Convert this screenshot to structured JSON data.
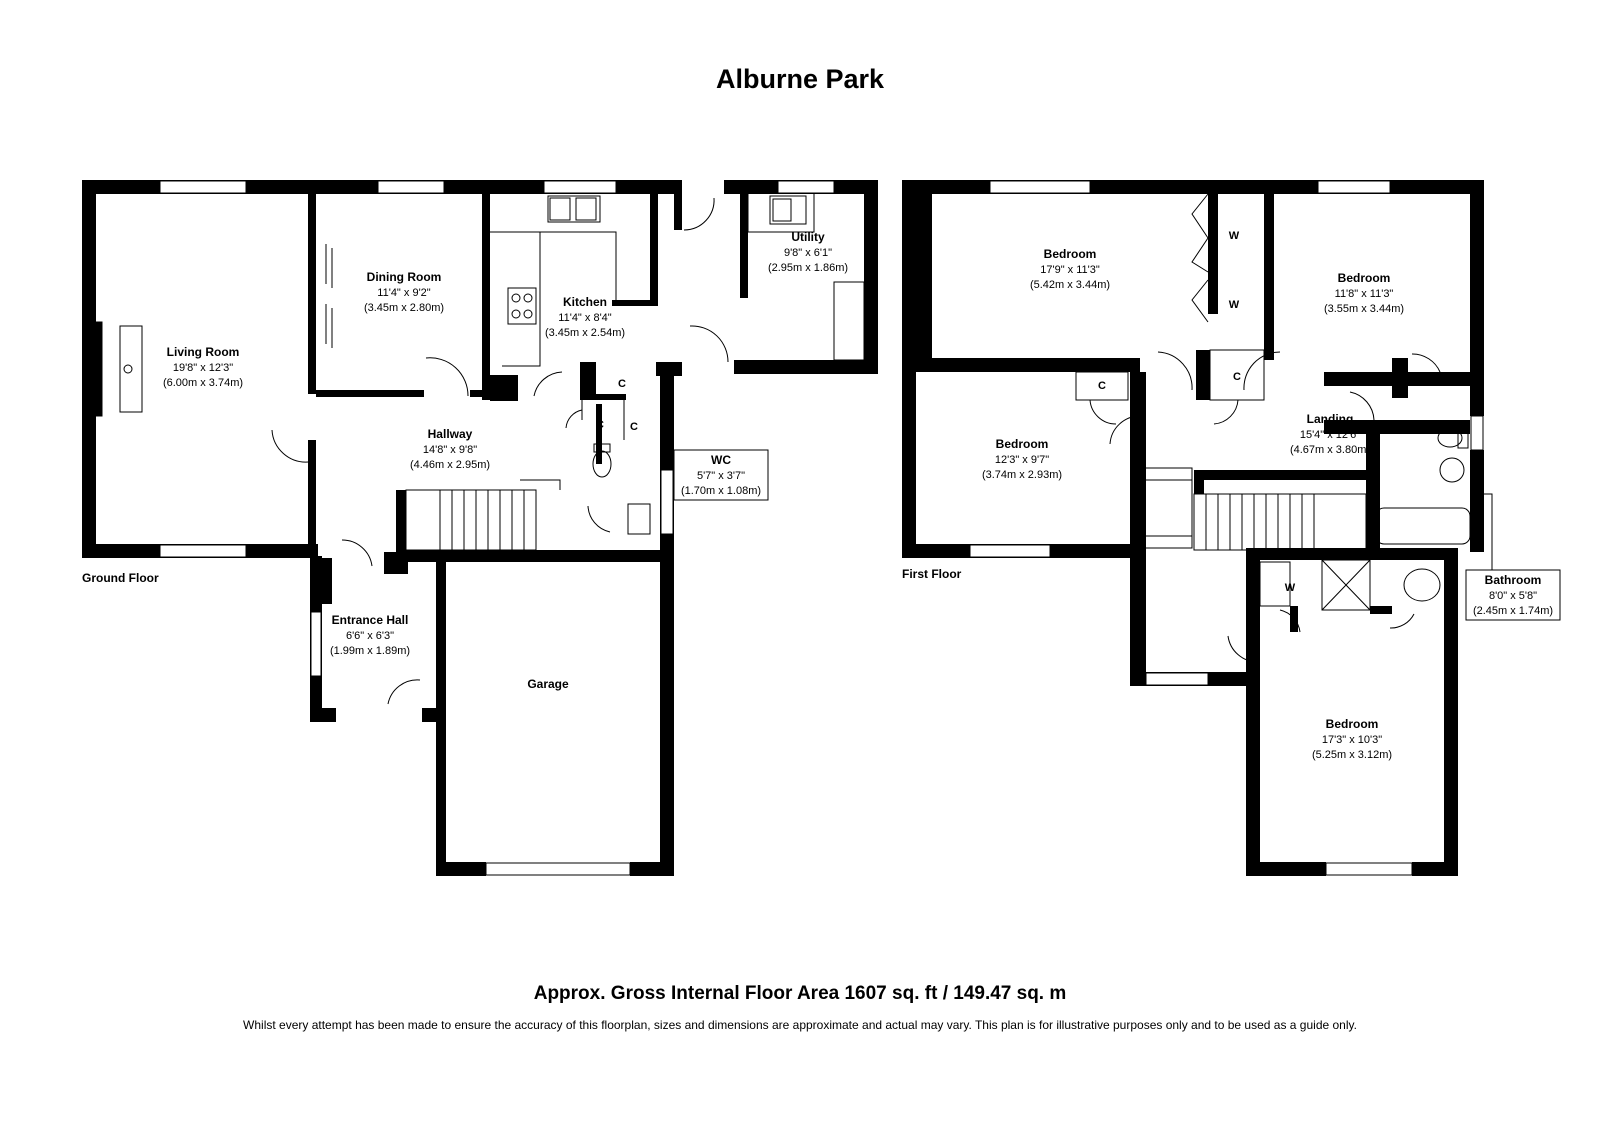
{
  "title": "Alburne Park",
  "floors": {
    "ground": "Ground Floor",
    "first": "First Floor"
  },
  "rooms": {
    "living": {
      "name": "Living Room",
      "imperial": "19'8\" x 12'3\"",
      "metric": "(6.00m x 3.74m)"
    },
    "dining": {
      "name": "Dining Room",
      "imperial": "11'4\" x 9'2\"",
      "metric": "(3.45m x 2.80m)"
    },
    "kitchen": {
      "name": "Kitchen",
      "imperial": "11'4\" x 8'4\"",
      "metric": "(3.45m x 2.54m)"
    },
    "utility": {
      "name": "Utility",
      "imperial": "9'8\" x 6'1\"",
      "metric": "(2.95m x 1.86m)"
    },
    "hallway": {
      "name": "Hallway",
      "imperial": "14'8\" x 9'8\"",
      "metric": "(4.46m x 2.95m)"
    },
    "wc": {
      "name": "WC",
      "imperial": "5'7\" x 3'7\"",
      "metric": "(1.70m x 1.08m)"
    },
    "entrance": {
      "name": "Entrance Hall",
      "imperial": "6'6\" x 6'3\"",
      "metric": "(1.99m x 1.89m)"
    },
    "garage": {
      "name": "Garage"
    },
    "bed1": {
      "name": "Bedroom",
      "imperial": "17'9\" x 11'3\"",
      "metric": "(5.42m x 3.44m)"
    },
    "bed2": {
      "name": "Bedroom",
      "imperial": "11'8\" x 11'3\"",
      "metric": "(3.55m x 3.44m)"
    },
    "bed3": {
      "name": "Bedroom",
      "imperial": "12'3\" x 9'7\"",
      "metric": "(3.74m x 2.93m)"
    },
    "bed4": {
      "name": "Bedroom",
      "imperial": "17'3\" x 10'3\"",
      "metric": "(5.25m x 3.12m)"
    },
    "landing": {
      "name": "Landing",
      "imperial": "15'4\" x 12'6\"",
      "metric": "(4.67m x 3.80m)"
    },
    "bathroom": {
      "name": "Bathroom",
      "imperial": "8'0\" x 5'8\"",
      "metric": "(2.45m x 1.74m)"
    }
  },
  "marks": {
    "cupboard": "C",
    "wardrobe": "W"
  },
  "area_text": "Approx. Gross Internal Floor Area 1607 sq. ft / 149.47 sq. m",
  "disclaimer": "Whilst every attempt has been made to ensure the accuracy of this floorplan, sizes and dimensions are approximate and actual may vary. This plan is for illustrative purposes only and to be used as a guide only."
}
